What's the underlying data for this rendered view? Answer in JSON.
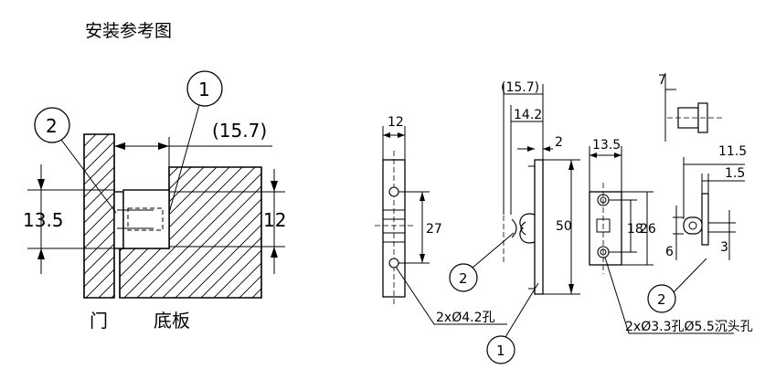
{
  "title": "安装参考图",
  "install_view": {
    "labels": {
      "door": "门",
      "base": "底板"
    },
    "dims": {
      "height_13_5": "13.5",
      "height_12": "12",
      "offset_15_7": "(15.7)"
    },
    "balloons": {
      "part1": "1",
      "part2": "2"
    }
  },
  "part_catch": {
    "dims": {
      "width": "12",
      "hole_spacing": "27"
    },
    "note": "2xØ4.2孔"
  },
  "part_side": {
    "dims": {
      "overall": "(15.7)",
      "depth": "14.2",
      "thickness": "2",
      "height": "50"
    },
    "balloons": {
      "part1": "1",
      "part2": "2"
    }
  },
  "part_plate": {
    "dims": {
      "width": "13.5",
      "inner": "18",
      "outer": "26"
    },
    "note": "2xØ3.3孔Ø5.5沉头孔"
  },
  "part_small": {
    "dims": {
      "top": "7",
      "a": "11.5",
      "b": "1.5",
      "c": "6",
      "d": "3"
    },
    "balloon": "2"
  }
}
